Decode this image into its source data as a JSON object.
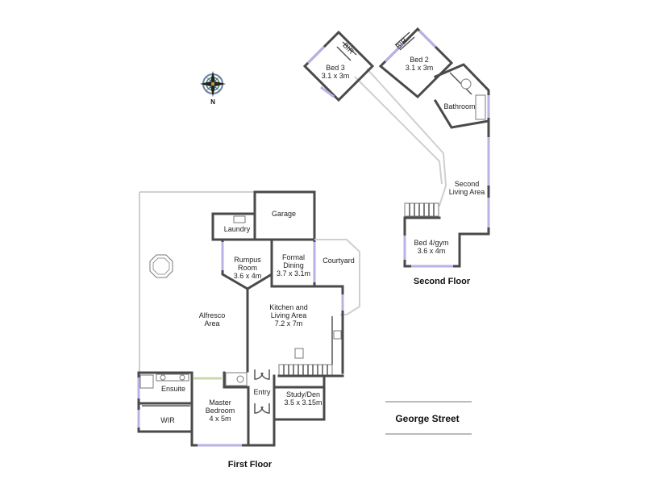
{
  "compass": {
    "label": "N"
  },
  "street": {
    "name": "George Street"
  },
  "floors": {
    "first": {
      "title": "First Floor"
    },
    "second": {
      "title": "Second Floor"
    }
  },
  "rooms": {
    "bed3": {
      "name": "Bed 3",
      "size": "3.1 x 3m"
    },
    "bed3_robe": {
      "label": "BIR"
    },
    "bed2": {
      "name": "Bed 2",
      "size": "3.1 x 3m"
    },
    "bed2_robe": {
      "label": "BIR"
    },
    "bathroom": {
      "name": "Bathroom"
    },
    "second_living": {
      "line1": "Second",
      "line2": "Living Area"
    },
    "bed4": {
      "name": "Bed 4/gym",
      "size": "3.6 x 4m"
    },
    "garage": {
      "name": "Garage"
    },
    "laundry": {
      "name": "Laundry"
    },
    "rumpus": {
      "line1": "Rumpus",
      "line2": "Room",
      "size": "3.6 x 4m"
    },
    "formal_dining": {
      "line1": "Formal",
      "line2": "Dining",
      "size": "3.7 x 3.1m"
    },
    "courtyard": {
      "name": "Courtyard"
    },
    "alfresco": {
      "line1": "Alfresco",
      "line2": "Area"
    },
    "kitchen": {
      "line1": "Kitchen and",
      "line2": "Living Area",
      "size": "7.2 x 7m"
    },
    "ensuite": {
      "name": "Ensuite"
    },
    "wir": {
      "name": "WIR"
    },
    "master": {
      "line1": "Master",
      "line2": "Bedroom",
      "size": "4 x 5m"
    },
    "entry": {
      "name": "Entry"
    },
    "study": {
      "name": "Study/Den",
      "size": "3.5 x 3.15m"
    }
  }
}
